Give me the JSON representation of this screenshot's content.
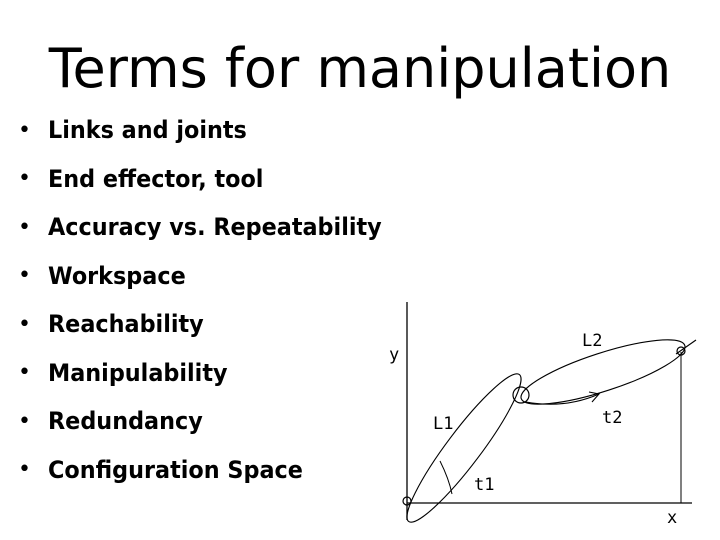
{
  "slide": {
    "title": "Terms for manipulation"
  },
  "bullets": [
    {
      "bullet": "•",
      "text": "Links and joints"
    },
    {
      "bullet": "•",
      "text": "End effector, tool"
    },
    {
      "bullet": "•",
      "text": "Accuracy vs. Repeatability"
    },
    {
      "bullet": "•",
      "text": "Workspace"
    },
    {
      "bullet": "•",
      "text": "Reachability"
    },
    {
      "bullet": "•",
      "text": "Manipulability"
    },
    {
      "bullet": "•",
      "text": "Redundancy"
    },
    {
      "bullet": "•",
      "text": "Configuration Space"
    }
  ],
  "diagram": {
    "y_axis_label": "y",
    "x_axis_label": "x",
    "link1_label": "L1",
    "link2_label": "L2",
    "angle1_label": "t1",
    "angle2_label": "t2"
  }
}
